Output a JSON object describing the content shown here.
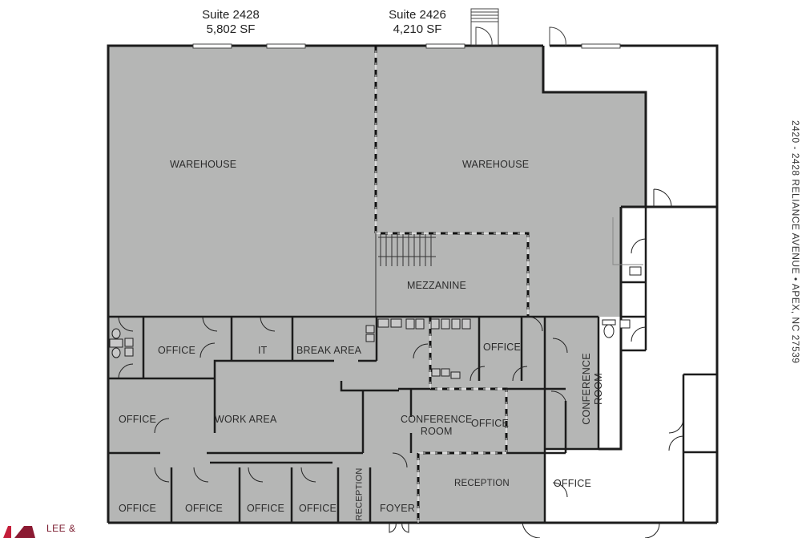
{
  "suites": [
    {
      "name": "Suite 2428",
      "area": "5,802 SF"
    },
    {
      "name": "Suite 2426",
      "area": "4,210 SF"
    }
  ],
  "address": "2420 - 2428 RELIANCE AVENUE • APEX, NC 27539",
  "logo": {
    "text": "LEE &",
    "color": "#8b1a32"
  },
  "colors": {
    "leased_area": "#b5b6b5",
    "walls": "#222222",
    "background": "#ffffff",
    "dashed_boundary": "#111111"
  },
  "rooms": {
    "warehouse_left": "WAREHOUSE",
    "warehouse_right": "WAREHOUSE",
    "mezzanine": "MEZZANINE",
    "office_top_left": "OFFICE",
    "it": "IT",
    "break_area": "BREAK AREA",
    "office_center_top": "OFFICE",
    "conference_room_right": "CONFERENCE ROOM",
    "office_left_mid": "OFFICE",
    "work_area": "WORK AREA",
    "conference_room_center_1": "CONFERENCE",
    "conference_room_center_2": "ROOM",
    "office_center_mid": "OFFICE",
    "office_bottom_1": "OFFICE",
    "office_bottom_2": "OFFICE",
    "office_bottom_3": "OFFICE",
    "office_bottom_4": "OFFICE",
    "reception_vertical": "RECEPTION",
    "foyer": "FOYER",
    "reception": "RECEPTION",
    "office_bottom_right": "OFFICE",
    "conf_vert_1": "CONFERENCE",
    "conf_vert_2": "ROOM"
  }
}
